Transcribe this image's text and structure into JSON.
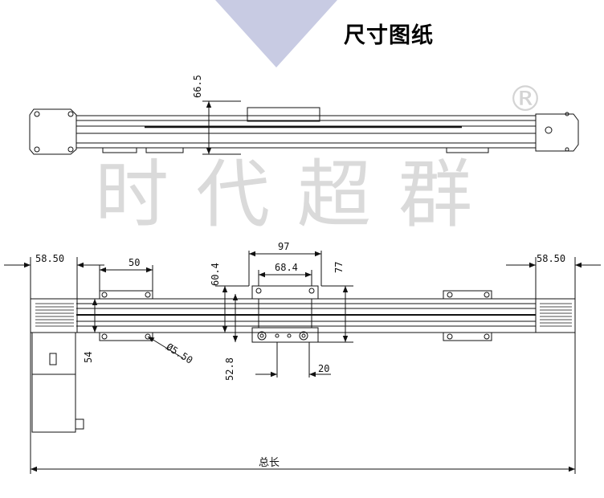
{
  "title": "尺寸图纸",
  "watermark": {
    "text": "时代超群",
    "registered": "®"
  },
  "dimensions": {
    "height_top": "66.5",
    "left_motor": "58.50",
    "right_end": "58.50",
    "hole_spacing": "50",
    "carriage_width": "97",
    "carriage_hole": "68.4",
    "rail_height": "60.4",
    "carriage_height": "77",
    "motor_width": "54",
    "hole_diameter": "Ø5.50",
    "carriage_depth": "52.8",
    "hole_pitch": "20",
    "total_length": "总长"
  },
  "colors": {
    "line": "#111111",
    "watermark": "#dadada",
    "arrow": "#c8cbe3"
  }
}
